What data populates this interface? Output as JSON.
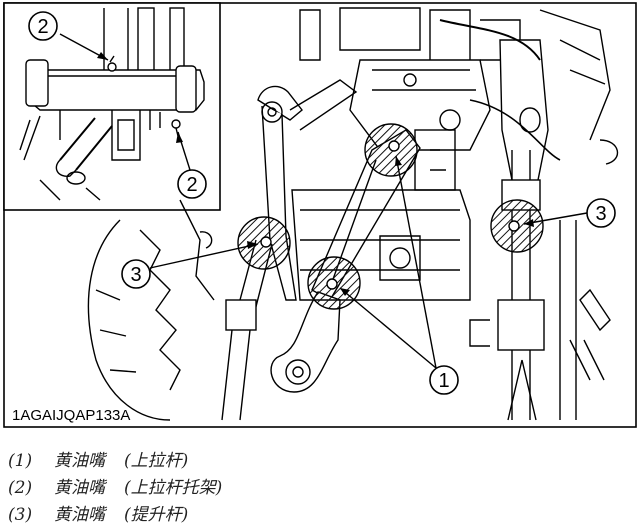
{
  "figure": {
    "code": "1AGAIJQAP133A",
    "callouts": [
      {
        "id": "callout-2-top",
        "number": "2"
      },
      {
        "id": "callout-2-bottom",
        "number": "2"
      },
      {
        "id": "callout-3-right",
        "number": "3"
      },
      {
        "id": "callout-3-left",
        "number": "3"
      },
      {
        "id": "callout-1",
        "number": "1"
      }
    ]
  },
  "caption": {
    "items": [
      {
        "num": "(1)",
        "name": "黄油嘴",
        "part": "(上拉杆)"
      },
      {
        "num": "(2)",
        "name": "黄油嘴",
        "part": "(上拉杆托架)"
      },
      {
        "num": "(3)",
        "name": "黄油嘴",
        "part": "(提升杆)"
      }
    ]
  }
}
